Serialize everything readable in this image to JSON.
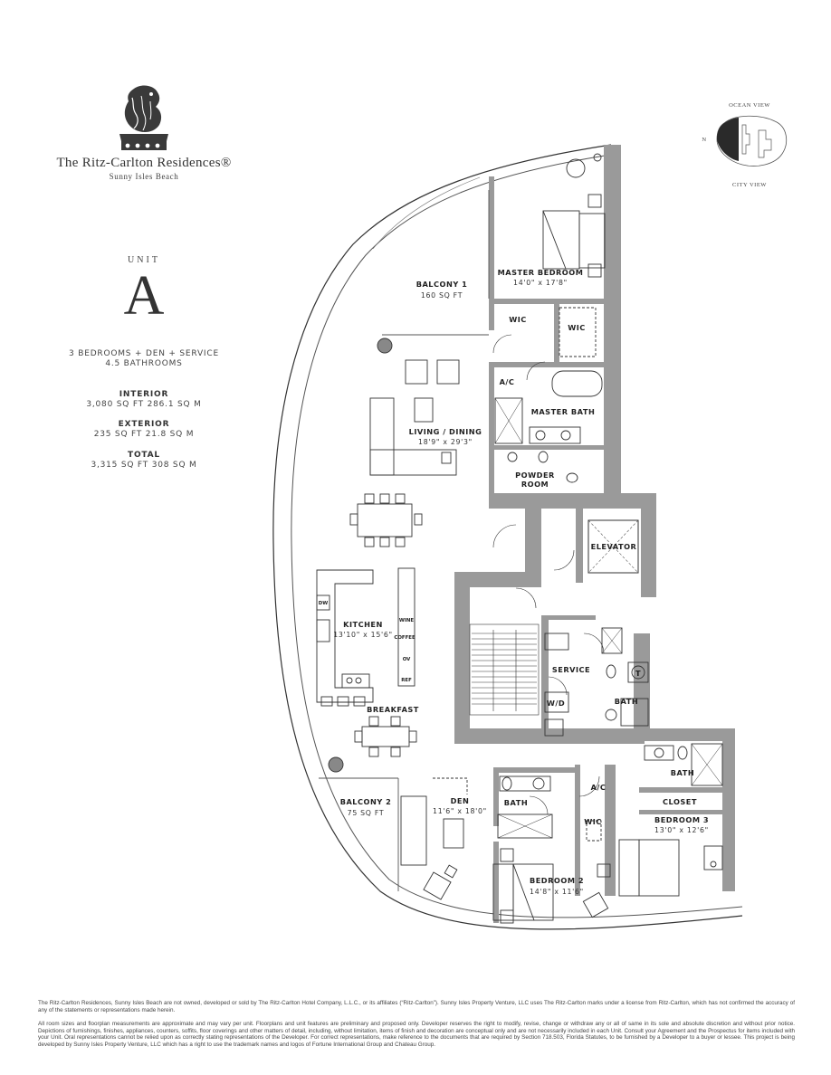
{
  "brand": {
    "name": "The Ritz-Carlton Residences®",
    "location": "Sunny Isles Beach",
    "logo_icon": "lion-crown-logo-icon"
  },
  "unit": {
    "label": "UNIT",
    "letter": "A",
    "summary_line1": "3 BEDROOMS + DEN + SERVICE",
    "summary_line2": "4.5 BATHROOMS",
    "interior_label": "INTERIOR",
    "interior_value": "3,080 SQ FT 286.1 SQ M",
    "exterior_label": "EXTERIOR",
    "exterior_value": "235 SQ FT 21.8 SQ M",
    "total_label": "TOTAL",
    "total_value": "3,315 SQ FT 308 SQ M"
  },
  "keyplan": {
    "ocean_view": "OCEAN VIEW",
    "city_view": "CITY VIEW",
    "north": "N"
  },
  "rooms": {
    "master_bedroom": "MASTER BEDROOM",
    "master_bedroom_dims": "14'0\" x 17'8\"",
    "balcony1": "BALCONY 1",
    "balcony1_area": "160 SQ FT",
    "wic1": "WIC",
    "wic2": "WIC",
    "ac1": "A/C",
    "master_bath": "MASTER BATH",
    "living": "LIVING / DINING",
    "living_dims": "18'9\" x 29'3\"",
    "powder": "POWDER",
    "powder2": "ROOM",
    "elevator": "ELEVATOR",
    "kitchen": "KITCHEN",
    "kitchen_dims": "13'10\" x 15'6\"",
    "dw": "DW",
    "wine": "WINE",
    "coffee": "COFFEE",
    "ov": "OV",
    "ref": "REF",
    "service": "SERVICE",
    "wd": "W/D",
    "bath_service": "BATH",
    "t": "T",
    "breakfast": "BREAKFAST",
    "bath3": "BATH",
    "closet": "CLOSET",
    "bedroom3": "BEDROOM 3",
    "bedroom3_dims": "13'0\" x 12'6\"",
    "ac2": "A/C",
    "wic3": "WIC",
    "bath2": "BATH",
    "den": "DEN",
    "den_dims": "11'6\" x 18'0\"",
    "balcony2": "BALCONY 2",
    "balcony2_area": "75 SQ FT",
    "bedroom2": "BEDROOM 2",
    "bedroom2_dims": "14'8\" x 11'6\""
  },
  "disclaimer": {
    "p1": "The Ritz-Carlton Residences, Sunny Isles Beach are not owned, developed or sold by The Ritz-Carlton Hotel Company, L.L.C., or its affiliates (“Ritz-Carlton”). Sunny Isles Property Venture, LLC uses The Ritz-Carlton marks under a license from Ritz-Carlton, which has not confirmed the accuracy of any of the statements or representations made herein.",
    "p2": "All room sizes and floorplan measurements are approximate and may vary per unit. Floorplans and unit features are preliminary and proposed only. Developer reserves the right to modify, revise, change or withdraw any or all of same in its sole and absolute discretion and without prior notice. Depictions of furnishings, finishes, appliances, counters, soffits, floor coverings and other matters of detail, including, without limitation, items of finish and decoration are conceptual only and are not necessarily included in each Unit. Consult your Agreement and the Prospectus for items included with your Unit. Oral representations cannot be relied upon as correctly stating representations of the Developer. For correct representations, make reference to the documents that are required by Section 718.503, Florida Statutes, to be furnished by a Developer to a buyer or lessee. This project is being developed by Sunny Isles Property Venture, LLC which has a right to use the trademark names and logos of Fortune International Group and Chateau Group."
  }
}
